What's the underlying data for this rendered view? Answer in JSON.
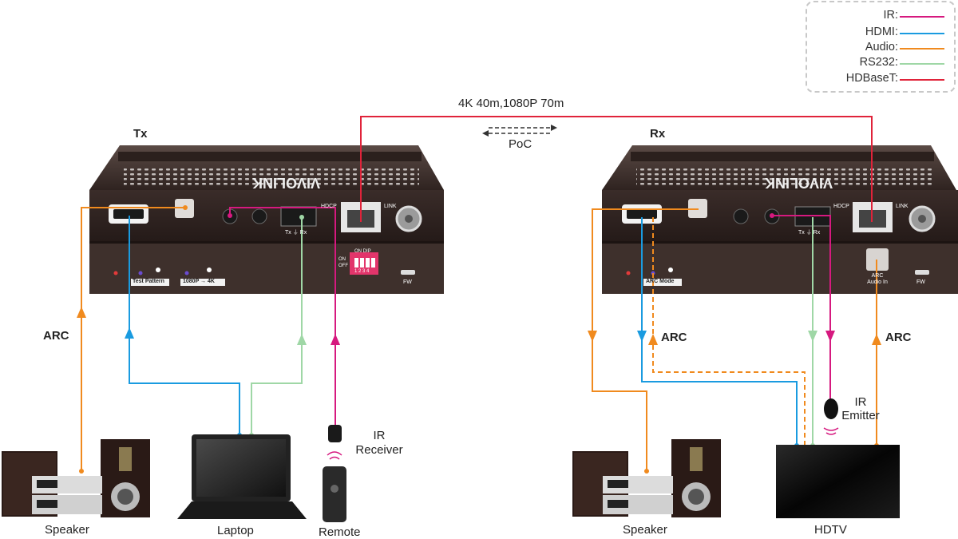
{
  "legend": {
    "items": [
      {
        "label": "IR:",
        "color": "#d6197f"
      },
      {
        "label": "HDMI:",
        "color": "#1a9be0"
      },
      {
        "label": "Audio:",
        "color": "#f08a1e"
      },
      {
        "label": "RS232:",
        "color": "#9fd7a6"
      },
      {
        "label": "HDBaseT:",
        "color": "#e0233a"
      }
    ]
  },
  "link": {
    "distance": "4K 40m,1080P 70m",
    "poc": "PoC"
  },
  "tx": {
    "title": "Tx",
    "brand": "VIVOLINK",
    "hdcp": "HDCP",
    "link": "LINK",
    "rs232_pins": "Tx  ⏚  Rx",
    "dip_label": "ON DIP",
    "dip_on": "ON",
    "dip_off": "OFF",
    "dip_numbers": "1 2 3 4",
    "test_pattern": "Test Pattern",
    "res_switch": "1080P → 4K",
    "fw": "FW"
  },
  "rx": {
    "title": "Rx",
    "brand": "VIVOLINK",
    "hdcp": "HDCP",
    "link": "LINK",
    "rs232_pins": "Tx  ⏚  Rx",
    "arc_mode": "ARC Mode",
    "arc_audio_in": "ARC\nAudio In",
    "fw": "FW"
  },
  "signals": {
    "arc": "ARC"
  },
  "devices": {
    "tx_speaker": "Speaker",
    "laptop": "Laptop",
    "remote": "Remote",
    "ir_receiver": "IR\nReceiver",
    "rx_speaker": "Speaker",
    "hdtv": "HDTV",
    "ir_emitter": "IR\nEmitter"
  },
  "colors": {
    "ir": "#d6197f",
    "hdmi": "#1a9be0",
    "audio": "#f08a1e",
    "rs232": "#9fd7a6",
    "hdbaset": "#e0233a",
    "device_dark": "#3a2a26",
    "panel": "#4a3c38"
  }
}
